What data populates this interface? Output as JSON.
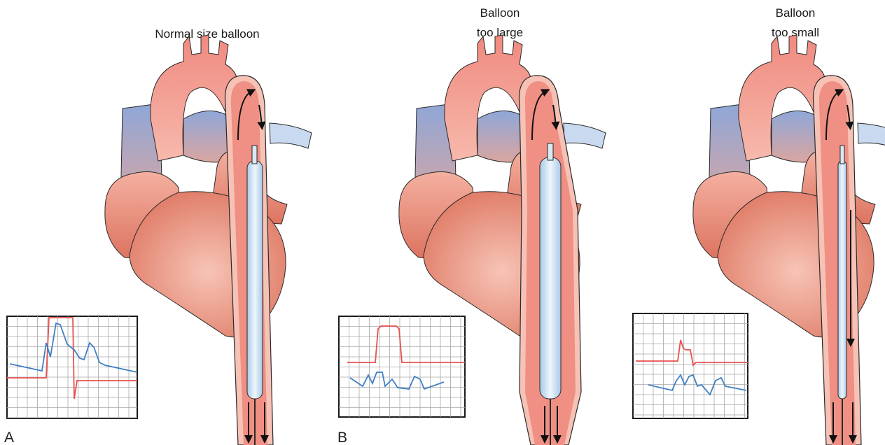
{
  "panels": [
    {
      "caption_lines": [
        "Normal size balloon"
      ],
      "letter": "A",
      "balloon": "normal",
      "traces": {
        "red_color": "#e8514f",
        "blue_color": "#3f7fc4"
      }
    },
    {
      "caption_lines": [
        "Balloon",
        "too large"
      ],
      "letter": "B",
      "balloon": "too large",
      "traces": {
        "red_color": "#e8514f",
        "blue_color": "#3f7fc4"
      }
    },
    {
      "caption_lines": [
        "Balloon",
        "too small"
      ],
      "letter": "",
      "balloon": "too small",
      "traces": {
        "red_color": "#e8514f",
        "blue_color": "#3f7fc4"
      }
    }
  ],
  "colors": {
    "aorta": "#f29a8f",
    "aorta_dark": "#e2675f",
    "heart": "#e98b79",
    "vein": "#93a9d6",
    "balloon": "#cfe4f4",
    "grid_line": "#a8a8a8",
    "outline": "#2a2a2a"
  }
}
